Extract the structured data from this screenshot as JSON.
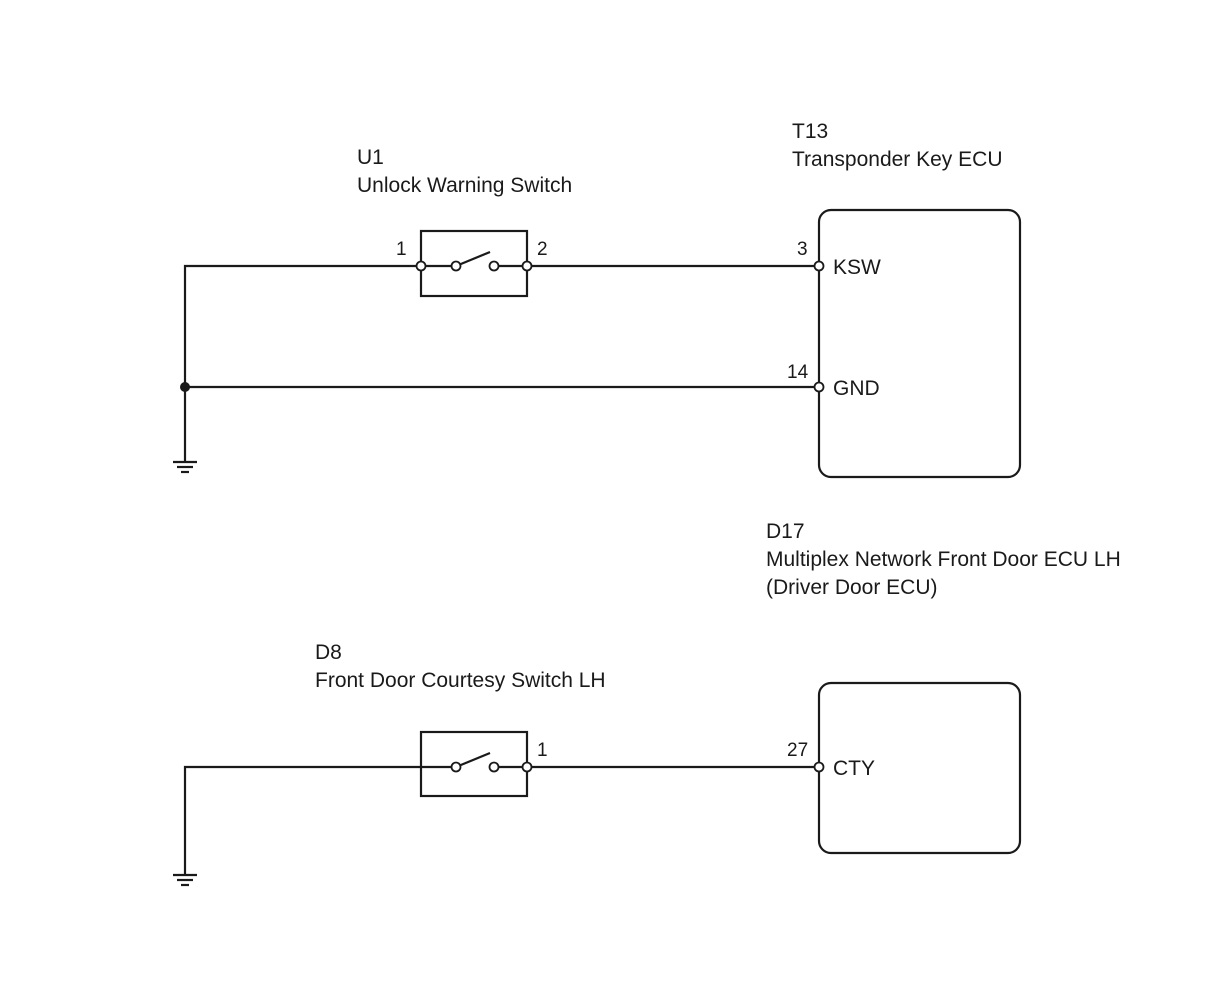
{
  "components": {
    "t13": {
      "code": "T13",
      "name": "Transponder Key ECU",
      "terminals": [
        {
          "pin": "3",
          "name": "KSW"
        },
        {
          "pin": "14",
          "name": "GND"
        }
      ]
    },
    "u1": {
      "code": "U1",
      "name": "Unlock Warning Switch",
      "pins": [
        "1",
        "2"
      ]
    },
    "d17": {
      "code": "D17",
      "name": "Multiplex Network Front Door ECU LH",
      "subname": "(Driver Door ECU)",
      "terminals": [
        {
          "pin": "27",
          "name": "CTY"
        }
      ]
    },
    "d8": {
      "code": "D8",
      "name": "Front Door Courtesy Switch LH",
      "pins": [
        "1"
      ]
    }
  }
}
